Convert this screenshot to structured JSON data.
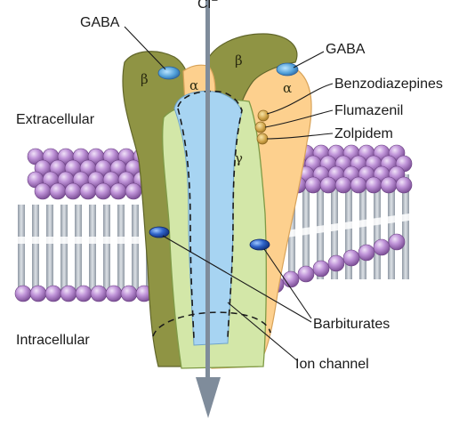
{
  "title": "",
  "ion_label": "Cl⁻",
  "regions": {
    "extracellular": "Extracellular",
    "intracellular": "Intracellular"
  },
  "labels": {
    "gaba_left": "GABA",
    "gaba_right": "GABA",
    "benzodiazepines": "Benzodiazepines",
    "flumazenil": "Flumazenil",
    "zolpidem": "Zolpidem",
    "barbiturates": "Barbiturates",
    "ion_channel": "Ion channel"
  },
  "subunits": {
    "beta_left": "β",
    "alpha_left": "α",
    "beta_right": "β",
    "alpha_right": "α",
    "gamma": "γ"
  },
  "colors": {
    "beta_subunit": "#8f9444",
    "alpha_subunit": "#fdd08e",
    "gamma_subunit": "#d3e7a8",
    "pore": "#a7d4f2",
    "membrane_head": "#b488cf",
    "binding_site_blue": "#1c3f99",
    "arrow": "#7f8c9b"
  }
}
